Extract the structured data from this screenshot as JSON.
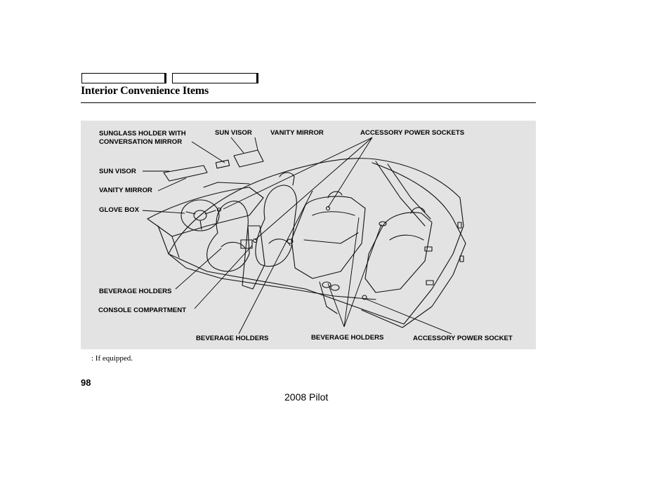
{
  "header": {
    "title": "Interior Convenience Items"
  },
  "figure": {
    "labels": {
      "sunglass_holder": "SUNGLASS HOLDER WITH\nCONVERSATION MIRROR",
      "sun_visor_top": "SUN VISOR",
      "vanity_mirror_top": "VANITY MIRROR",
      "accessory_power_sockets": "ACCESSORY POWER SOCKETS",
      "sun_visor_left": "SUN VISOR",
      "vanity_mirror_left": "VANITY MIRROR",
      "glove_box": "GLOVE BOX",
      "beverage_holders_left": "BEVERAGE HOLDERS",
      "console_compartment": "CONSOLE COMPARTMENT",
      "beverage_holders_bottom_1": "BEVERAGE HOLDERS",
      "beverage_holders_bottom_2": "BEVERAGE HOLDERS",
      "accessory_power_socket": "ACCESSORY POWER SOCKET"
    }
  },
  "footnote": ": If equipped.",
  "page_number": "98",
  "footer": "2008  Pilot"
}
